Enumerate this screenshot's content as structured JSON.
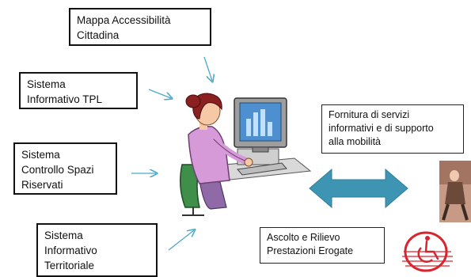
{
  "boxes": {
    "mappa": {
      "lines": [
        "Mappa Accessibilità",
        "Cittadina"
      ]
    },
    "tpl": {
      "lines": [
        "Sistema",
        "Informativo TPL"
      ]
    },
    "spazi": {
      "lines": [
        "Sistema",
        "Controllo Spazi",
        "Riservati"
      ]
    },
    "territoriale": {
      "lines": [
        "Sistema",
        "Informativo",
        "Territoriale"
      ]
    },
    "fornitura": {
      "lines": [
        "Fornitura di servizi",
        "informativi e di supporto",
        "alla mobilità"
      ]
    },
    "ascolto": {
      "lines": [
        "Ascolto e Rilievo",
        "Prestazioni Erogate"
      ]
    }
  },
  "colors": {
    "arrow": "#4aa9c9",
    "double_arrow": "#3e94b3",
    "operator_shirt": "#d79ad8",
    "operator_hair": "#8a2020",
    "monitor_screen": "#4d8fcf",
    "chair": "#3f8e4a",
    "wheelchair_icon": "#d8252e",
    "photo": "#b98a74"
  },
  "icons": [
    "operator-at-computer-icon",
    "pedestrian-photo-icon",
    "wheelchair-accessibility-icon"
  ]
}
